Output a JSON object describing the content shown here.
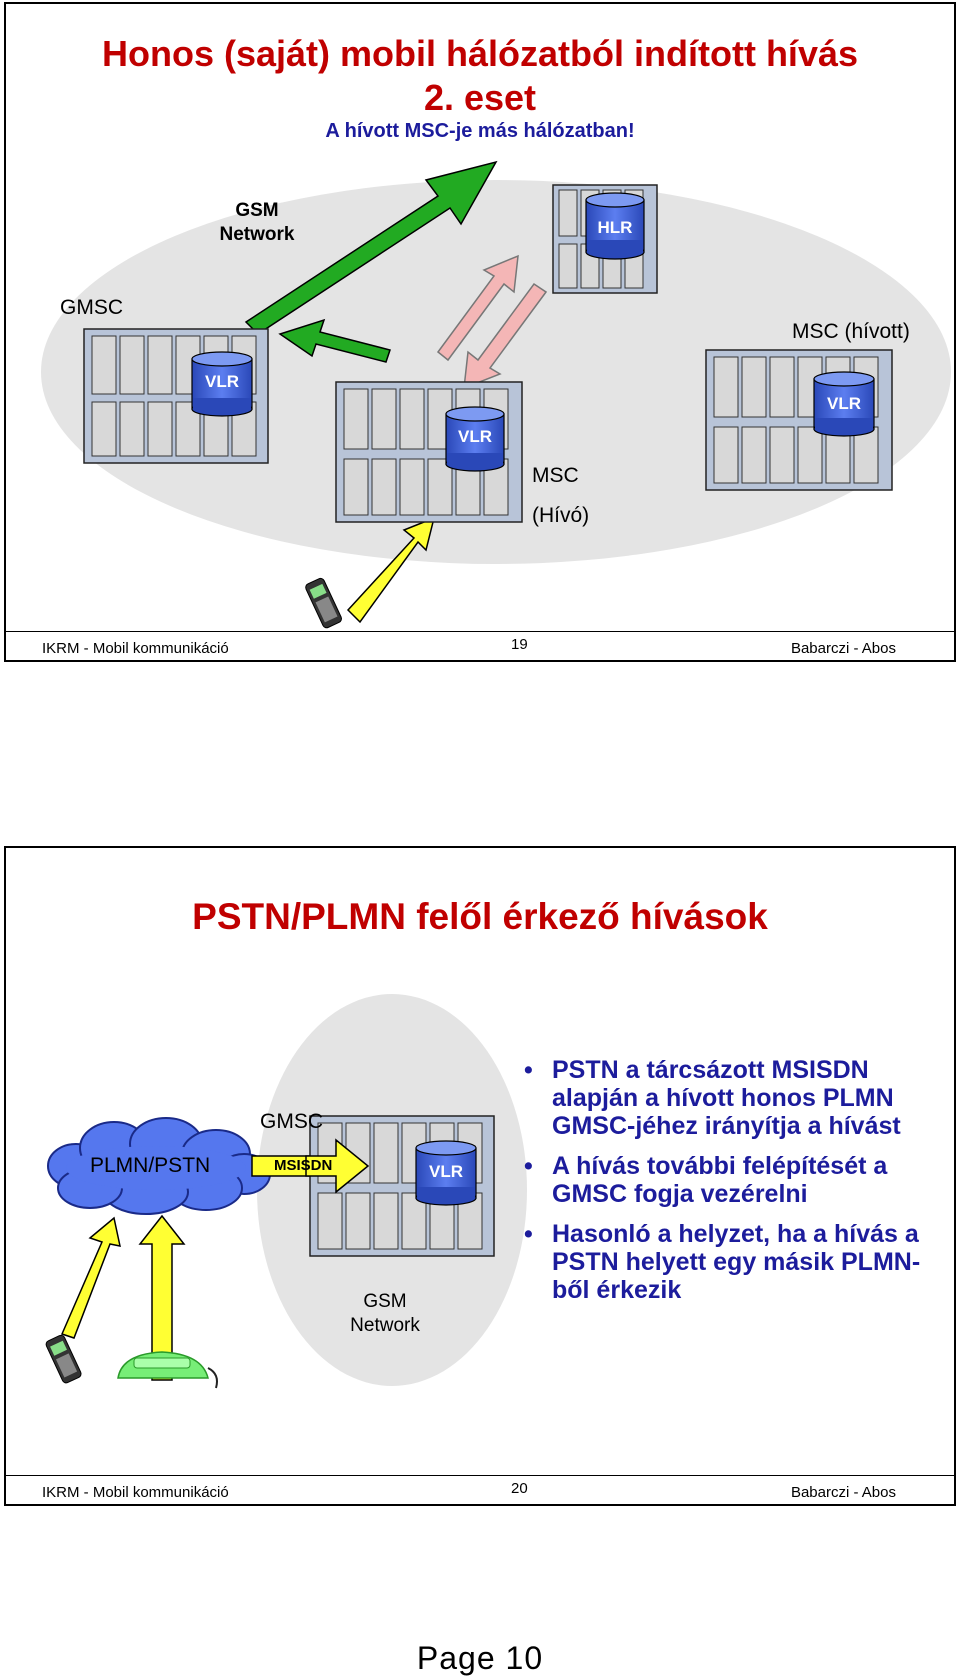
{
  "slide1": {
    "title_line1": "Honos (saját) mobil hálózatból indított hívás",
    "title_line2": "2. eset",
    "subtitle": "A hívott MSC-je más hálózatban!",
    "gsm_network": "GSM\nNetwork",
    "gmsc": "GMSC",
    "hlr": "HLR",
    "vlr": "VLR",
    "msc_called": "MSC (hívott)",
    "msc_caller": "MSC",
    "caller": "(Hívó)",
    "footer_left": "IKRM - Mobil kommunikáció",
    "footer_num": "19",
    "footer_right": "Babarczi - Abos"
  },
  "slide2": {
    "title": "PSTN/PLMN felől érkező hívások",
    "cloud_label": "PLMN/PSTN",
    "gmsc": "GMSC",
    "msisdn": "MSISDN",
    "vlr": "VLR",
    "gsm_network": "GSM\nNetwork",
    "bullets": [
      "PSTN a tárcsázott MSISDN alapján a hívott honos PLMN GMSC-jéhez irányítja a hívást",
      "A hívás további felépítését a GMSC fogja vezérelni",
      "Hasonló a helyzet, ha a hívás a PSTN helyett egy másik PLMN-ből érkezik"
    ],
    "bullet_symbol": "•",
    "footer_left": "IKRM - Mobil kommunikáció",
    "footer_num": "20",
    "footer_right": "Babarczi - Abos"
  },
  "page_label": "Page 10",
  "colors": {
    "title_red": "#c00000",
    "bullet_blue": "#1c1c9c",
    "arrow_green": "#22aa22",
    "arrow_pink": "#f4b6b6",
    "arrow_yellow": "#ffff33",
    "vlr_blue": "#4466dd",
    "ellipse_gray": "#e4e4e4"
  }
}
